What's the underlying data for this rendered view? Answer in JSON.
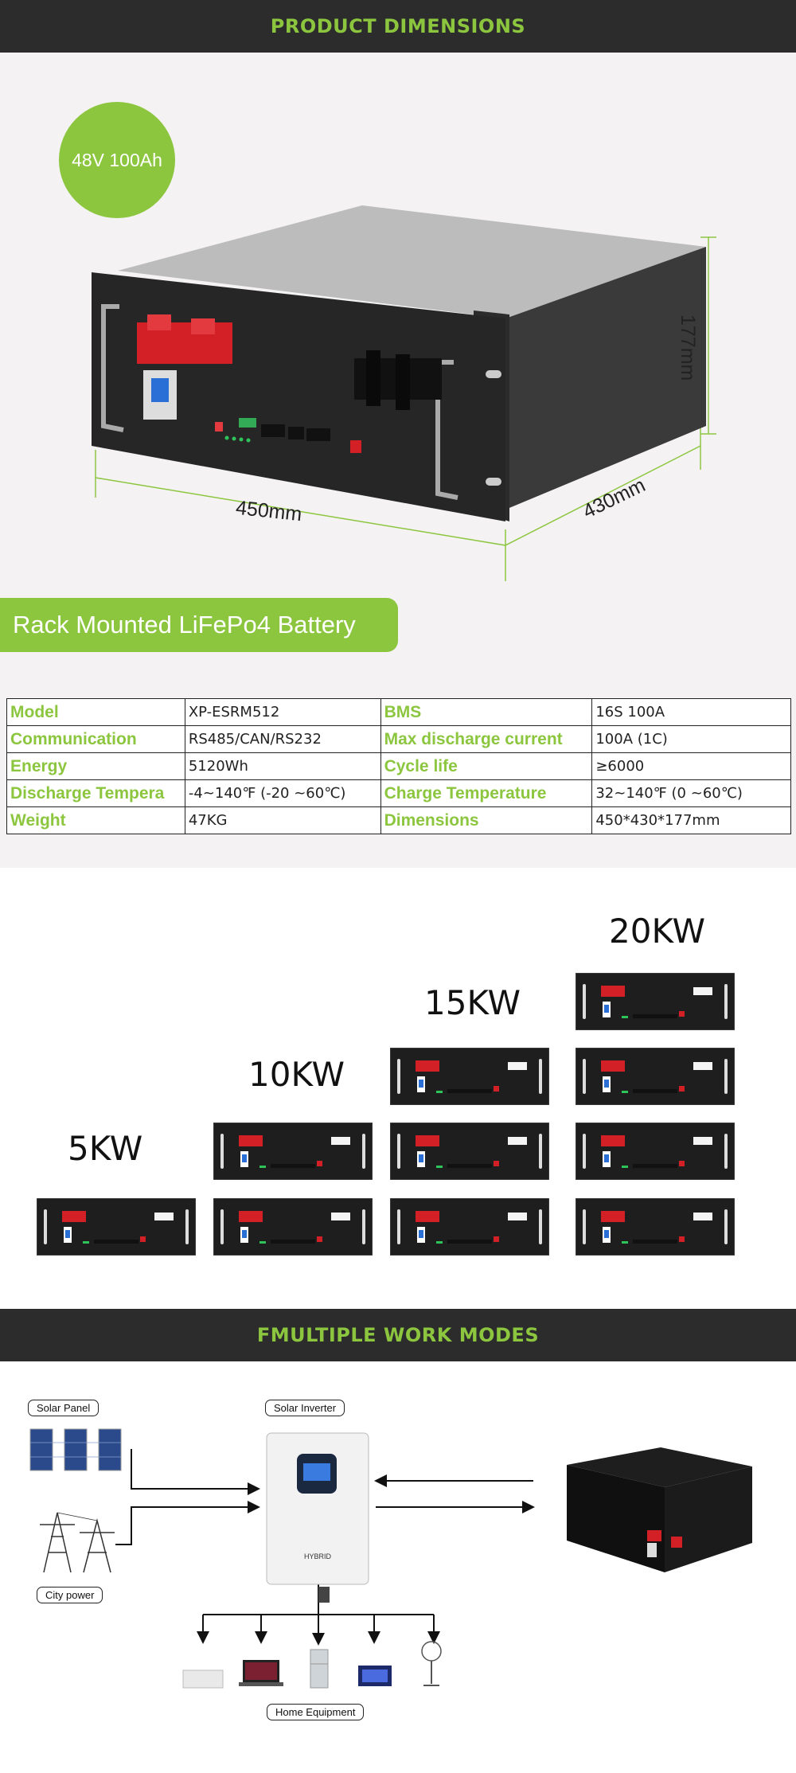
{
  "header_top": "PRODUCT DIMENSIONS",
  "badge": "48V 100Ah",
  "dimensions": {
    "width": "450mm",
    "depth": "430mm",
    "height": "177mm"
  },
  "banner": "Rack Mounted LiFePo4 Battery",
  "specs": [
    [
      "Model",
      "XP-ESRM512",
      "BMS",
      "16S 100A"
    ],
    [
      "Communication",
      "RS485/CAN/RS232",
      "Max discharge current",
      "100A (1C)"
    ],
    [
      "Energy",
      "5120Wh",
      "Cycle life",
      "≥6000"
    ],
    [
      "Discharge Tempera",
      "-4~140℉ (-20 ~60℃)",
      "Charge Temperature",
      "32~140℉ (0 ~60℃)"
    ],
    [
      "Weight",
      "47KG",
      "Dimensions",
      "450*430*177mm"
    ]
  ],
  "scaling": {
    "kw5": "5KW",
    "kw10": "10KW",
    "kw15": "15KW",
    "kw20": "20KW"
  },
  "header_modes": "FMULTIPLE WORK MODES",
  "modes": {
    "solar_panel": "Solar Panel",
    "solar_inverter": "Solar Inverter",
    "city_power": "City power",
    "home_equipment": "Home Equipment",
    "inverter_text": "HYBRID"
  },
  "colors": {
    "accent": "#8cc63f",
    "band": "#2c2c2c",
    "terminal_red": "#d32027"
  }
}
